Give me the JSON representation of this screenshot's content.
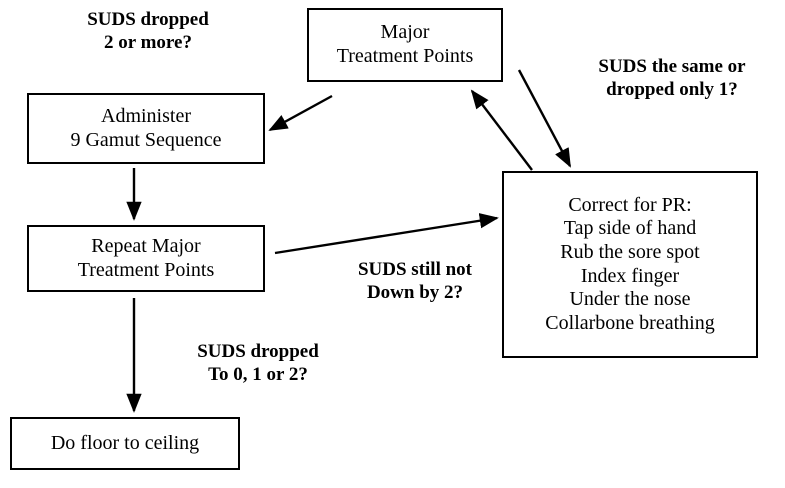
{
  "diagram": {
    "title": "SUDS treatment decision flowchart",
    "stroke_color": "#000000",
    "background_color": "#ffffff",
    "nodes": [
      {
        "id": "administer-9-gamut",
        "lines": [
          "Administer",
          "9 Gamut Sequence"
        ]
      },
      {
        "id": "major-treatment-points",
        "lines": [
          "Major",
          "Treatment Points"
        ]
      },
      {
        "id": "repeat-major-treatment-points",
        "lines": [
          "Repeat Major",
          "Treatment Points"
        ]
      },
      {
        "id": "correct-for-pr",
        "lines": [
          "Correct for PR:",
          "Tap side of hand",
          "Rub the sore spot",
          "Index finger",
          "Under the nose",
          "Collarbone breathing"
        ]
      },
      {
        "id": "do-floor-to-ceiling",
        "lines": [
          "Do floor to ceiling"
        ]
      }
    ],
    "labels": [
      {
        "id": "suds-dropped-2-or-more",
        "lines": [
          "SUDS dropped",
          "2 or more?"
        ]
      },
      {
        "id": "suds-the-same-or-dropped-only-1",
        "lines": [
          "SUDS the same or",
          "dropped only 1?"
        ]
      },
      {
        "id": "suds-still-not-down-by-2",
        "lines": [
          "SUDS still not",
          "Down by 2?"
        ]
      },
      {
        "id": "suds-dropped-to-0-1-or-2",
        "lines": [
          "SUDS dropped",
          "To 0, 1 or 2?"
        ]
      }
    ],
    "edges": [
      {
        "id": "major-to-gamut",
        "from": "major-treatment-points",
        "to": "administer-9-gamut"
      },
      {
        "id": "gamut-to-repeat",
        "from": "administer-9-gamut",
        "to": "repeat-major-treatment-points"
      },
      {
        "id": "repeat-to-correct",
        "from": "repeat-major-treatment-points",
        "to": "correct-for-pr"
      },
      {
        "id": "correct-to-major",
        "from": "correct-for-pr",
        "to": "major-treatment-points"
      },
      {
        "id": "major-to-correct",
        "from": "major-treatment-points",
        "to": "correct-for-pr"
      },
      {
        "id": "repeat-to-floor",
        "from": "repeat-major-treatment-points",
        "to": "do-floor-to-ceiling"
      }
    ]
  }
}
